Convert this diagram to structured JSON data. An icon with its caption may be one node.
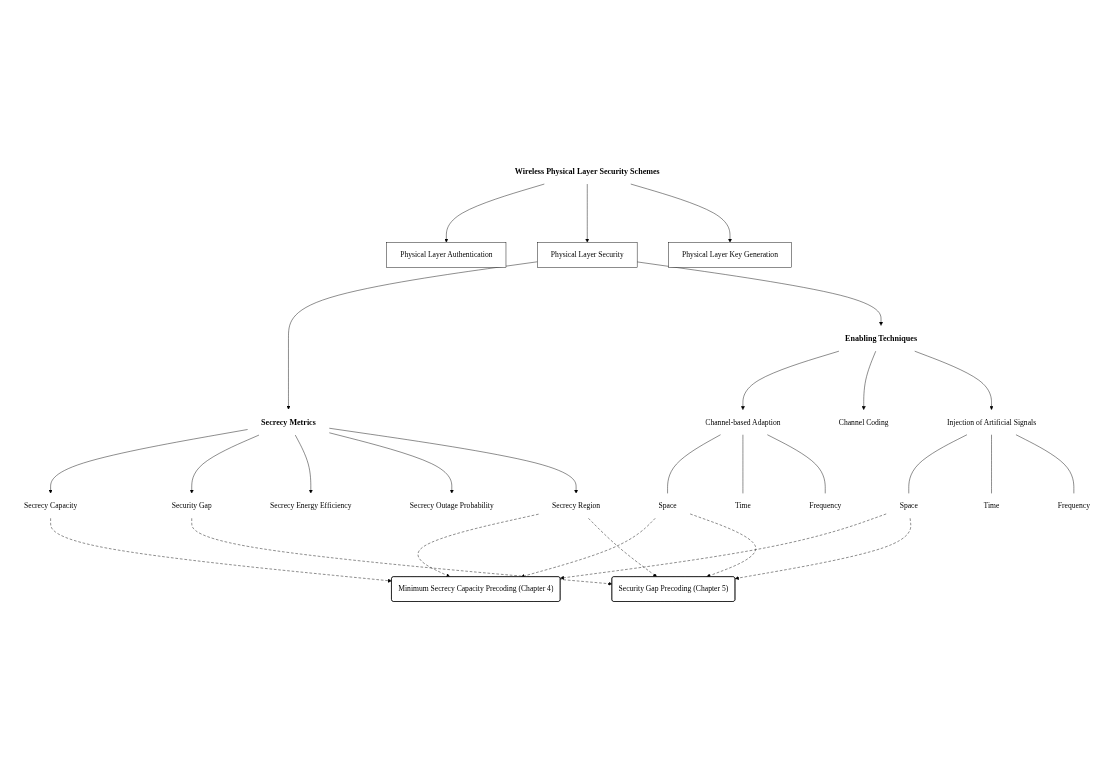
{
  "diagram": {
    "nodes": [
      {
        "text": [
          "Wireless Physical Layer Security Schemes"
        ]
      },
      {
        "text": [
          "Physical Layer Authentication"
        ]
      },
      {
        "text": [
          "Physical Layer Security"
        ]
      },
      {
        "text": [
          "Physical Layer Key Generation"
        ]
      },
      {
        "text": [
          "Secrecy Metrics"
        ]
      },
      {
        "text": [
          "Enabling Techniques"
        ]
      },
      {
        "text": [
          "Secrecy Capacity"
        ]
      },
      {
        "text": [
          "Minimum Secrecy Capacity Precoding (Chapter 4)"
        ]
      },
      {
        "text": [
          "Channel-based Adaption"
        ]
      },
      {
        "text": [
          "Space"
        ]
      },
      {
        "text": [
          "Time"
        ]
      },
      {
        "text": [
          "Frequency"
        ]
      },
      {
        "text": [
          "Security Gap"
        ]
      },
      {
        "text": [
          "Secrecy Energy Efficiency"
        ]
      },
      {
        "text": [
          "Security Gap Precoding (Chapter 5)"
        ]
      },
      {
        "text": [
          "Channel Coding"
        ]
      },
      {
        "text": [
          "Secrecy Outage Probability"
        ]
      },
      {
        "text": [
          "Injection of Artificial Signals"
        ]
      },
      {
        "text": [
          "Secrecy Region"
        ]
      },
      {
        "text": [
          "Space"
        ]
      },
      {
        "text": [
          "Time"
        ]
      },
      {
        "text": [
          "Frequency"
        ]
      }
    ],
    "edges": [
      {
        "from": 0,
        "to": 1,
        "arrow": "to"
      },
      {
        "from": 0,
        "to": 2,
        "arrow": "to"
      },
      {
        "from": 0,
        "to": 3,
        "arrow": "to"
      },
      {
        "from": 2,
        "to": 4,
        "arrow": "to"
      },
      {
        "from": 2,
        "to": 5,
        "arrow": "to"
      },
      {
        "from": 4,
        "to": 6,
        "arrow": "to"
      },
      {
        "from": 4,
        "to": 12,
        "arrow": "to"
      },
      {
        "from": 4,
        "to": 13,
        "arrow": "to"
      },
      {
        "from": 4,
        "to": 16,
        "arrow": "to"
      },
      {
        "from": 4,
        "to": 18,
        "arrow": "to"
      },
      {
        "from": 5,
        "to": 8,
        "arrow": "to"
      },
      {
        "from": 5,
        "to": 15,
        "arrow": "to"
      },
      {
        "from": 5,
        "to": 17,
        "arrow": "to"
      },
      {
        "from": 8,
        "to": 9,
        "arrow": "none"
      },
      {
        "from": 8,
        "to": 10,
        "arrow": "none"
      },
      {
        "from": 8,
        "to": 11,
        "arrow": "none"
      },
      {
        "from": 17,
        "to": 19,
        "arrow": "none"
      },
      {
        "from": 17,
        "to": 20,
        "arrow": "none"
      },
      {
        "from": 17,
        "to": 21,
        "arrow": "none"
      },
      {
        "from": 6,
        "to": 7,
        "arrow": "to",
        "style": "dashed"
      },
      {
        "from": 12,
        "to": 14,
        "arrow": "to",
        "style": "dashed"
      },
      {
        "from": 18,
        "to": 7,
        "arrow": "to",
        "style": "dashed"
      },
      {
        "from": 18,
        "to": 14,
        "arrow": "to",
        "style": "dashed"
      },
      {
        "from": 9,
        "to": 7,
        "arrow": "to",
        "style": "dashed"
      },
      {
        "from": 9,
        "to": 14,
        "arrow": "to",
        "style": "dashed"
      },
      {
        "from": 19,
        "to": 7,
        "arrow": "to",
        "style": "dashed"
      },
      {
        "from": 19,
        "to": 14,
        "arrow": "to",
        "style": "dashed"
      }
    ]
  }
}
